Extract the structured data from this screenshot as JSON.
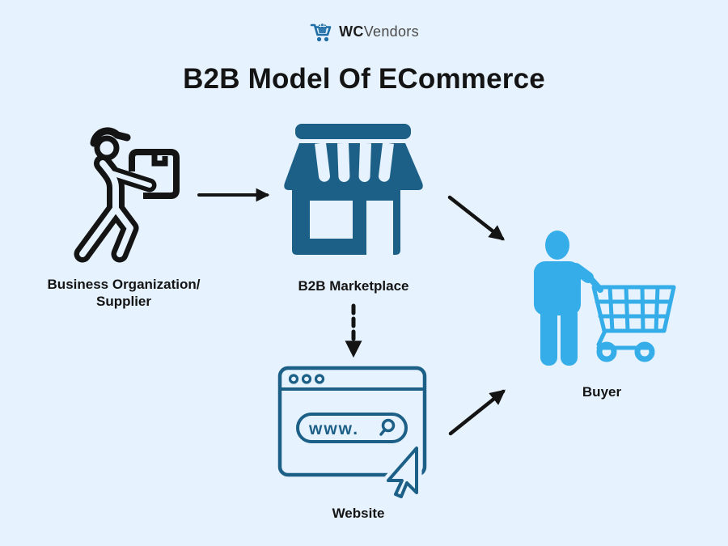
{
  "colors": {
    "background": "#e6f2fd",
    "teal": "#1c5f87",
    "light_blue": "#35ade8",
    "ink": "#141414",
    "logo_blue": "#1f6fa6",
    "logo_text_bold": "#1c1c1c",
    "logo_text_light": "#4a4a4a"
  },
  "logo": {
    "brand_bold": "WC",
    "brand_light": "Vendors"
  },
  "title": "B2B Model Of ECommerce",
  "nodes": {
    "supplier": {
      "label_line1": "Business Organization/",
      "label_line2": "Supplier"
    },
    "marketplace": {
      "label": "B2B Marketplace"
    },
    "website": {
      "label": "Website",
      "url_text": "www."
    },
    "buyer": {
      "label": "Buyer"
    }
  },
  "icons": {
    "logo": "shopping-cart-icon",
    "supplier": "delivery-person-icon",
    "marketplace": "storefront-icon",
    "website": "browser-window-icon",
    "website_search": "magnifier-icon",
    "website_cursor": "cursor-arrow-icon",
    "buyer": "person-with-shopping-cart-icon"
  },
  "arrows": [
    {
      "from": "supplier",
      "to": "marketplace",
      "style": "solid"
    },
    {
      "from": "marketplace",
      "to": "buyer",
      "style": "solid"
    },
    {
      "from": "marketplace",
      "to": "website",
      "style": "dashed"
    },
    {
      "from": "website",
      "to": "buyer",
      "style": "solid"
    }
  ]
}
